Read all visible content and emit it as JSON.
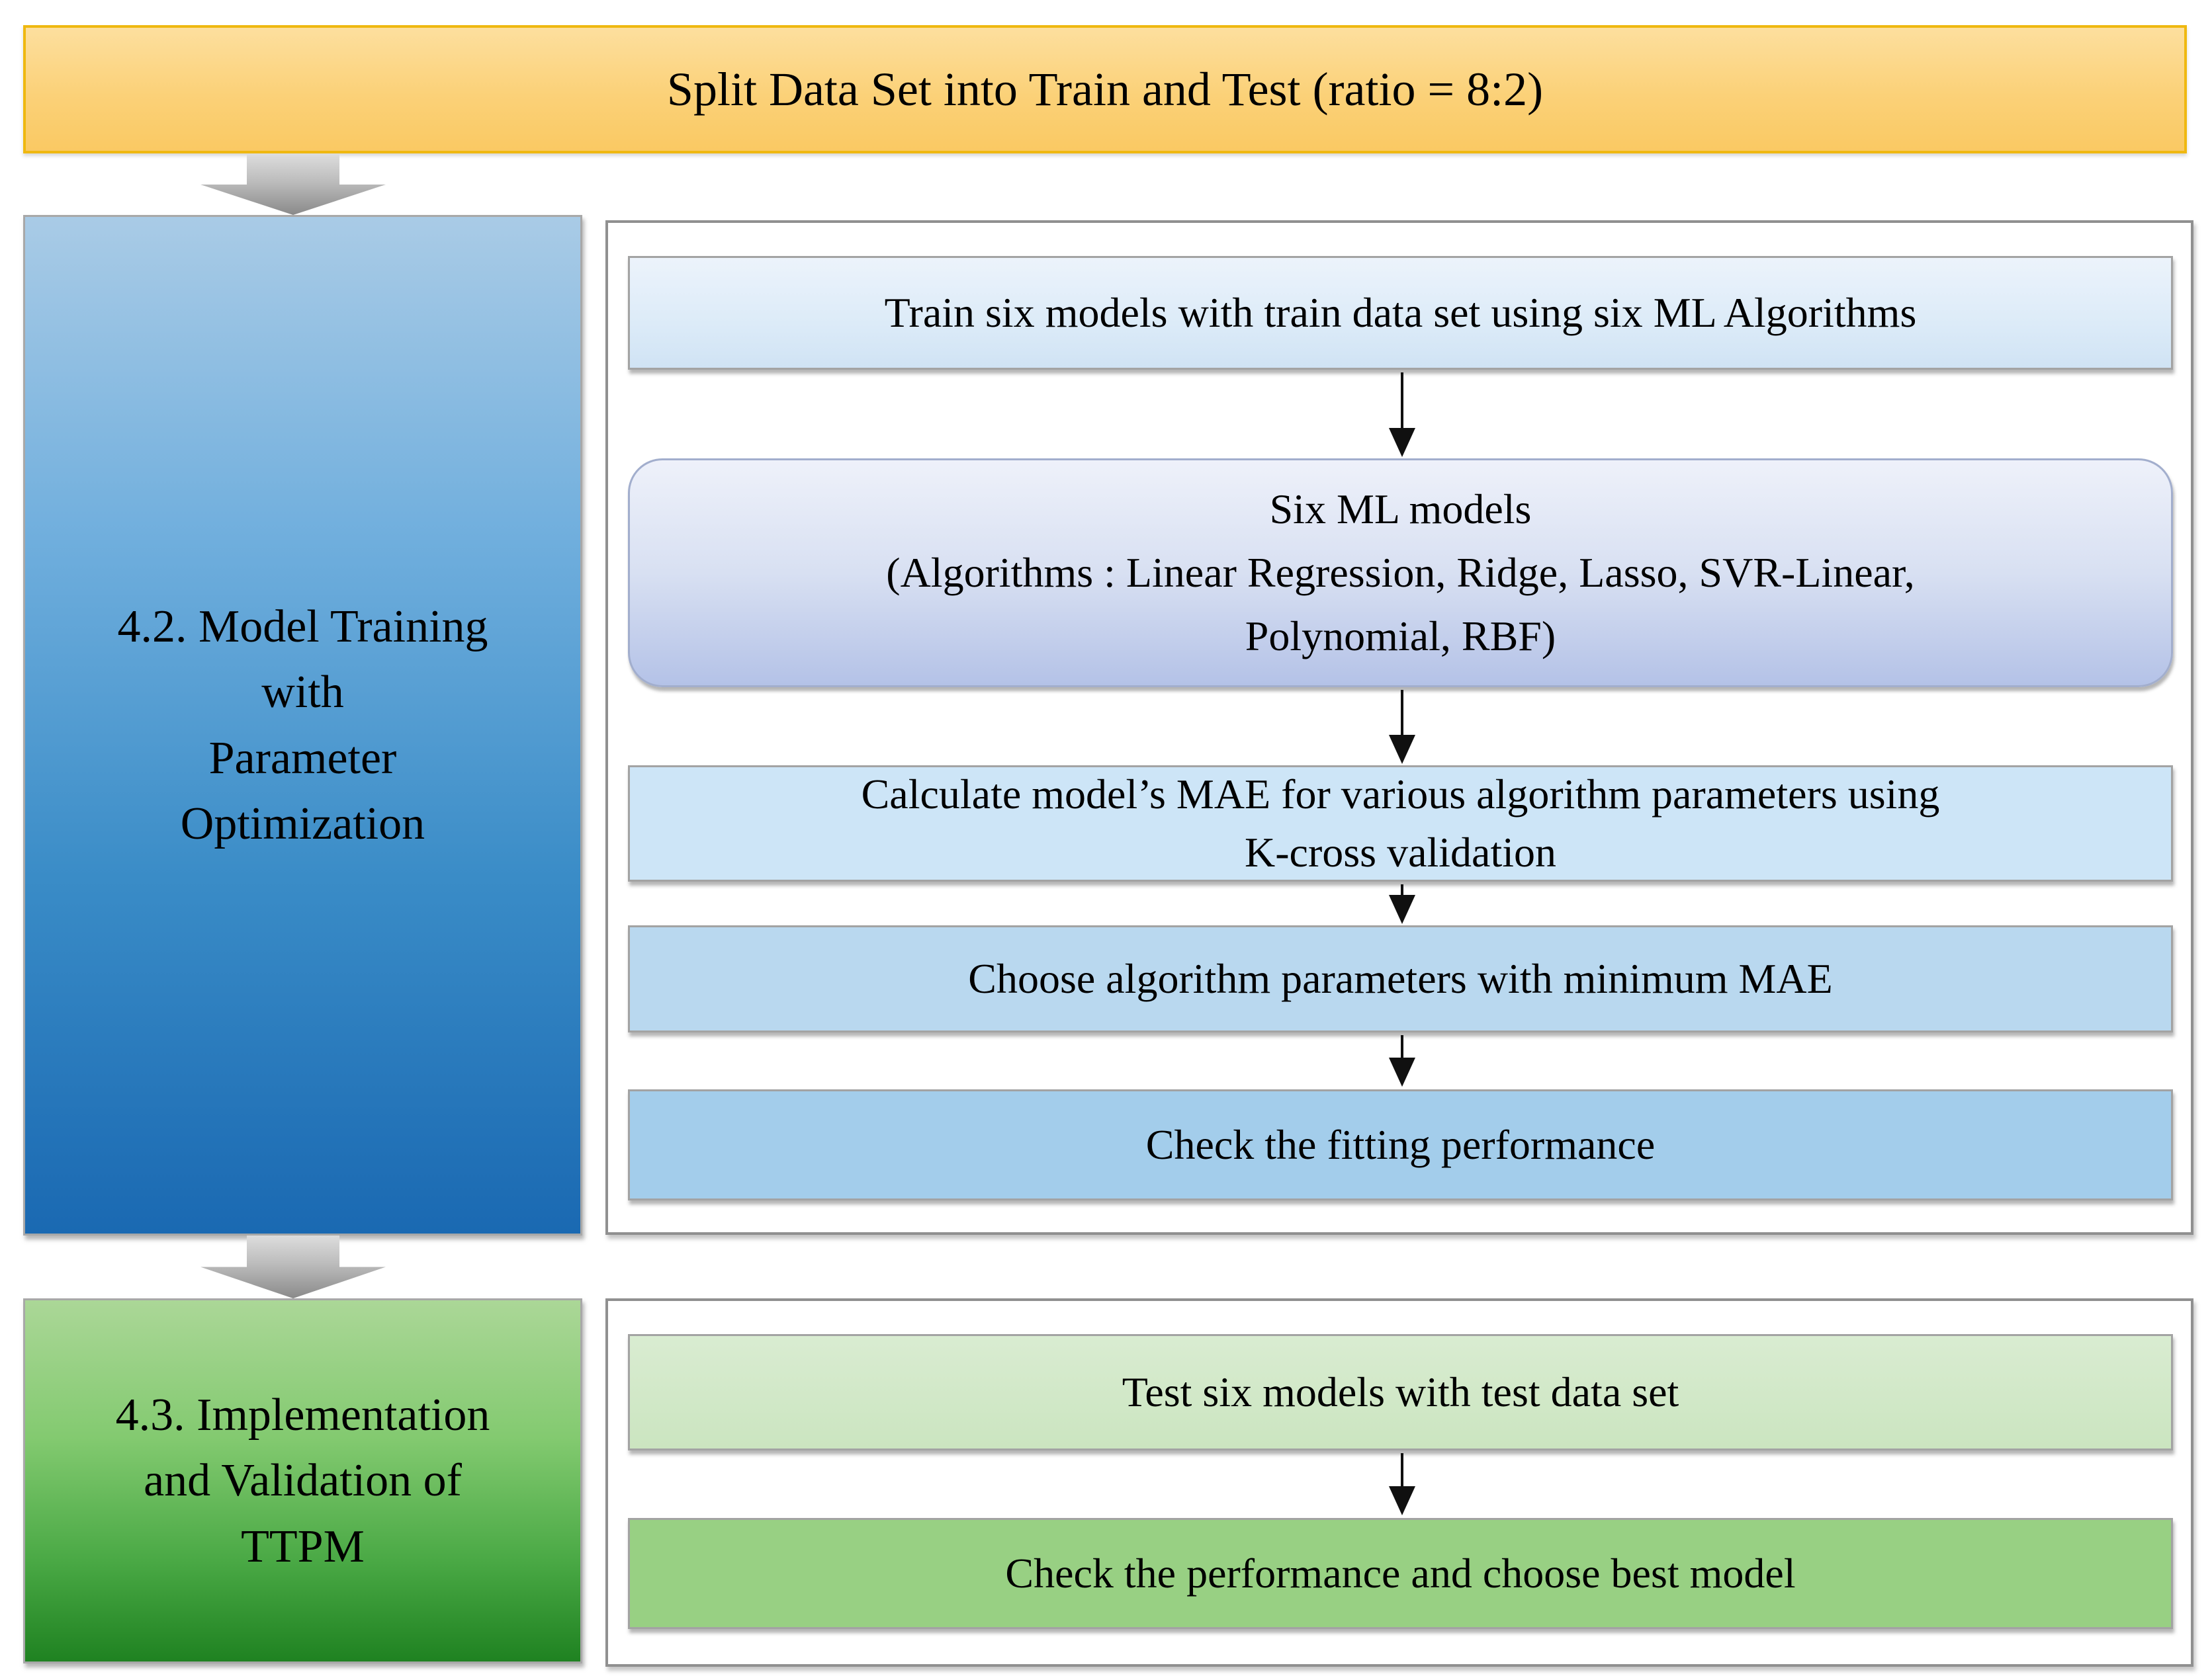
{
  "banner": {
    "label": "Split Data Set into Train and Test (ratio = 8:2)"
  },
  "sections": {
    "training": {
      "label": "4.2. Model Training\nwith\nParameter\nOptimization"
    },
    "validation": {
      "label": "4.3. Implementation\nand Validation of\nTTPM"
    }
  },
  "training_flow": {
    "steps": [
      {
        "label": "Train six models with train data set using six ML Algorithms"
      },
      {
        "label": "Six ML models\n(Algorithms : Linear Regression, Ridge,  Lasso, SVR-Linear,\nPolynomial, RBF)"
      },
      {
        "label": "Calculate model’s MAE for various algorithm parameters using\nK-cross validation"
      },
      {
        "label": "Choose algorithm parameters with minimum MAE"
      },
      {
        "label": "Check the fitting performance"
      }
    ]
  },
  "validation_flow": {
    "steps": [
      {
        "label": "Test six models with test data set"
      },
      {
        "label": "Check the performance and choose best model"
      }
    ]
  },
  "colors": {
    "banner_fill_top": "#fddf9e",
    "banner_fill_bottom": "#fac963",
    "banner_border": "#efb810",
    "section_blue_top": "#a9cbe6",
    "section_blue_bottom": "#1a69b2",
    "section_green_top": "#abd797",
    "section_green_bottom": "#1f8221",
    "step_train_fill": "#dcebf8",
    "step_models_top": "#eef1fa",
    "step_models_bottom": "#b4c2e7",
    "step_calc_fill": "#cde5f7",
    "step_choose_fill": "#b9d8ef",
    "step_checkfit_fill": "#a3cdeb",
    "step_test_fill": "#cfe7c6",
    "step_checkbest_fill": "#98d083",
    "container_border": "#909090",
    "big_arrow_gray": "#aeaeae",
    "small_arrow_black": "#101010"
  }
}
